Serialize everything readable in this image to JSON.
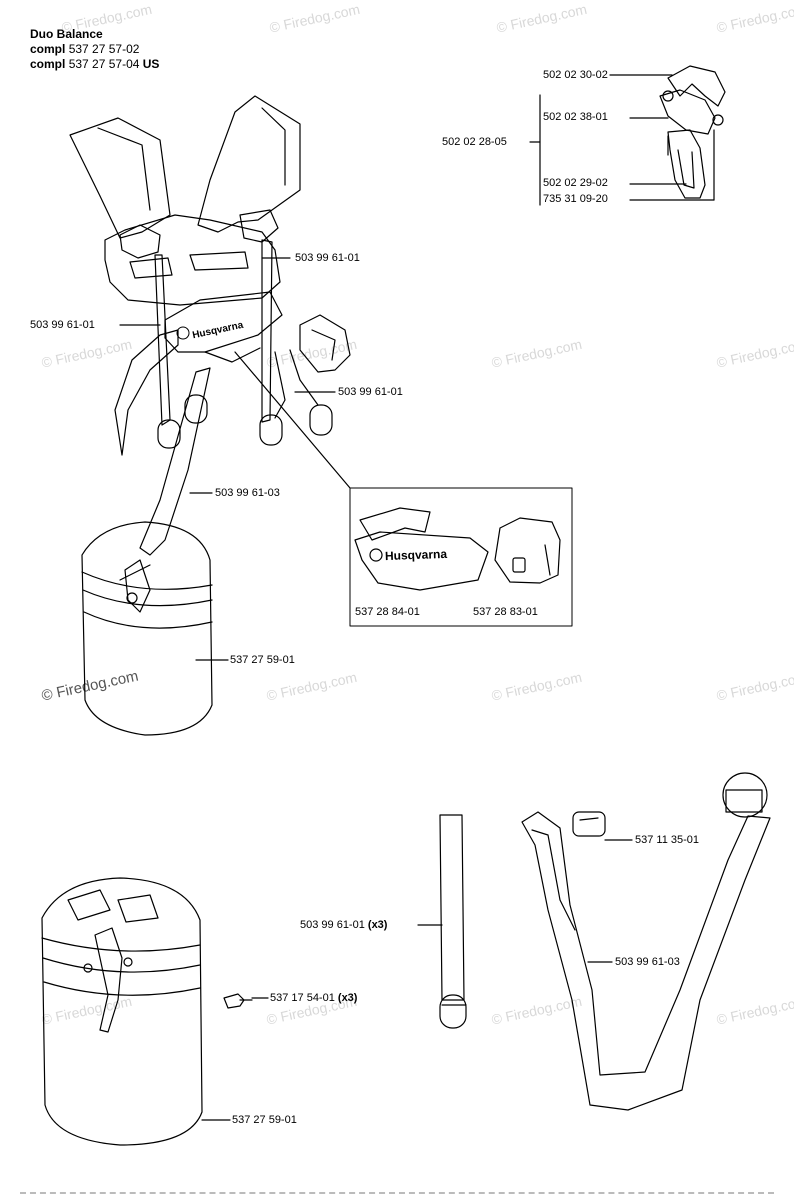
{
  "header": {
    "model": "Duo Balance",
    "compl_prefix": "compl",
    "compl_1": "537 27 57-02",
    "compl_2": "537 27 57-04",
    "compl_2_suffix": "US"
  },
  "watermark": {
    "text": "© Firedog.com"
  },
  "brand_logo": "Husqvarna",
  "parts": {
    "p502022802": "502 02 30-02",
    "p502023801": "502 02 38-01",
    "p502022805": "502 02 28-05",
    "p502022902": "502 02 29-02",
    "p735310920": "735 31 09-20",
    "p503996101_a": "503 99 61-01",
    "p503996101_b": "503 99 61-01",
    "p503996101_c": "503 99 61-01",
    "p503996103_a": "503 99 61-03",
    "p537285901_a": "537 27 59-01",
    "p537288401": "537 28 84-01",
    "p537288301": "537 28 83-01",
    "p537113501": "537 11 35-01",
    "p503996101_x3": "503 99 61-01",
    "p503996103_b": "503 99 61-03",
    "p537175401": "537 17 54-01",
    "p537285901_b": "537 27 59-01",
    "qty_x3": "(x3)"
  }
}
